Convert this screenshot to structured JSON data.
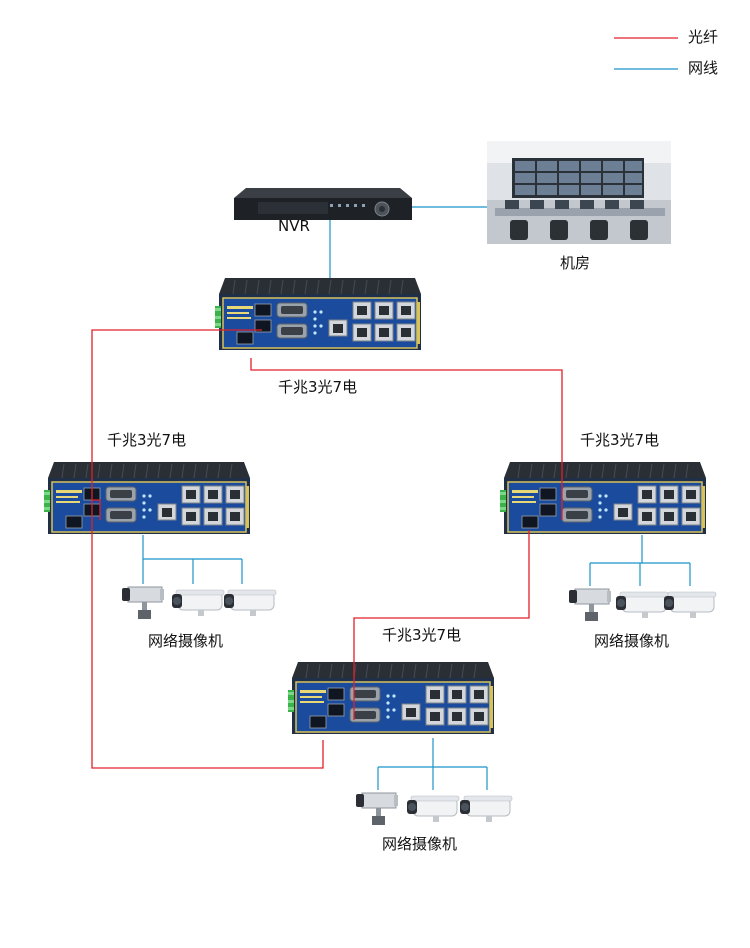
{
  "legend": {
    "fiber": {
      "label": "光纤",
      "color": "#e0212b"
    },
    "ethernet": {
      "label": "网线",
      "color": "#1b95c9"
    }
  },
  "nodes": {
    "nvr": {
      "label": "NVR",
      "icon": "nvr-recorder-icon"
    },
    "control_room": {
      "label": "机房",
      "icon": "control-room-photo"
    },
    "switch_top": {
      "label": "千兆3光7电",
      "icon": "industrial-switch-icon"
    },
    "switch_left": {
      "label": "千兆3光7电",
      "icon": "industrial-switch-icon"
    },
    "switch_right": {
      "label": "千兆3光7电",
      "icon": "industrial-switch-icon"
    },
    "switch_bottom": {
      "label": "千兆3光7电",
      "icon": "industrial-switch-icon"
    },
    "cameras_left": {
      "label": "网络摄像机",
      "icon": "ip-camera-icon"
    },
    "cameras_right": {
      "label": "网络摄像机",
      "icon": "ip-camera-icon"
    },
    "cameras_bottom": {
      "label": "网络摄像机",
      "icon": "ip-camera-icon"
    }
  },
  "colors": {
    "switch_body": "#1f2f4a",
    "switch_panel": "#1b4b9c",
    "switch_trim": "#d8c25a",
    "terminal_green": "#3cb24a"
  }
}
